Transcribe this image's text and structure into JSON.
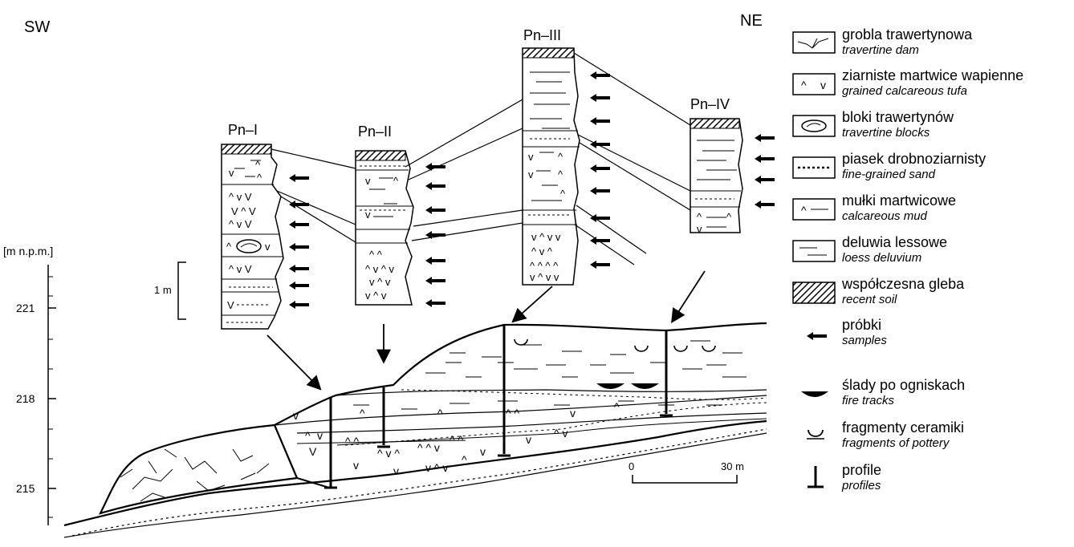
{
  "orientation": {
    "left": "SW",
    "right": "NE"
  },
  "elevation_axis": {
    "unit_label": "[m n.p.m.]",
    "ticks": [
      "221",
      "218",
      "215"
    ],
    "scale_bar_label": "1 m"
  },
  "profiles": [
    {
      "label": "Pn–I"
    },
    {
      "label": "Pn–II"
    },
    {
      "label": "Pn–III"
    },
    {
      "label": "Pn–IV"
    }
  ],
  "horizontal_scale": {
    "start": "0",
    "end": "30 m"
  },
  "legend": [
    {
      "icon": "travertine-dam-icon",
      "pl": "grobla trawertynowa",
      "en": "travertine dam"
    },
    {
      "icon": "grained-tufa-icon",
      "pl": "ziarniste martwice wapienne",
      "en": "grained calcareous tufa"
    },
    {
      "icon": "travertine-blocks-icon",
      "pl": "bloki trawertynów",
      "en": "travertine blocks"
    },
    {
      "icon": "fine-sand-icon",
      "pl": "piasek drobnoziarnisty",
      "en": "fine-grained sand"
    },
    {
      "icon": "calcareous-mud-icon",
      "pl": "mułki martwicowe",
      "en": "calcareous mud"
    },
    {
      "icon": "loess-deluvium-icon",
      "pl": "deluwia lessowe",
      "en": "loess deluvium"
    },
    {
      "icon": "recent-soil-icon",
      "pl": "współczesna gleba",
      "en": "recent soil"
    },
    {
      "icon": "sample-arrow-icon",
      "pl": "próbki",
      "en": "samples"
    },
    {
      "icon": "fire-track-icon",
      "pl": "ślady po ogniskach",
      "en": "fire tracks"
    },
    {
      "icon": "pottery-fragment-icon",
      "pl": "fragmenty ceramiki",
      "en": "fragments of pottery"
    },
    {
      "icon": "profile-marker-icon",
      "pl": "profile",
      "en": "profiles"
    }
  ]
}
